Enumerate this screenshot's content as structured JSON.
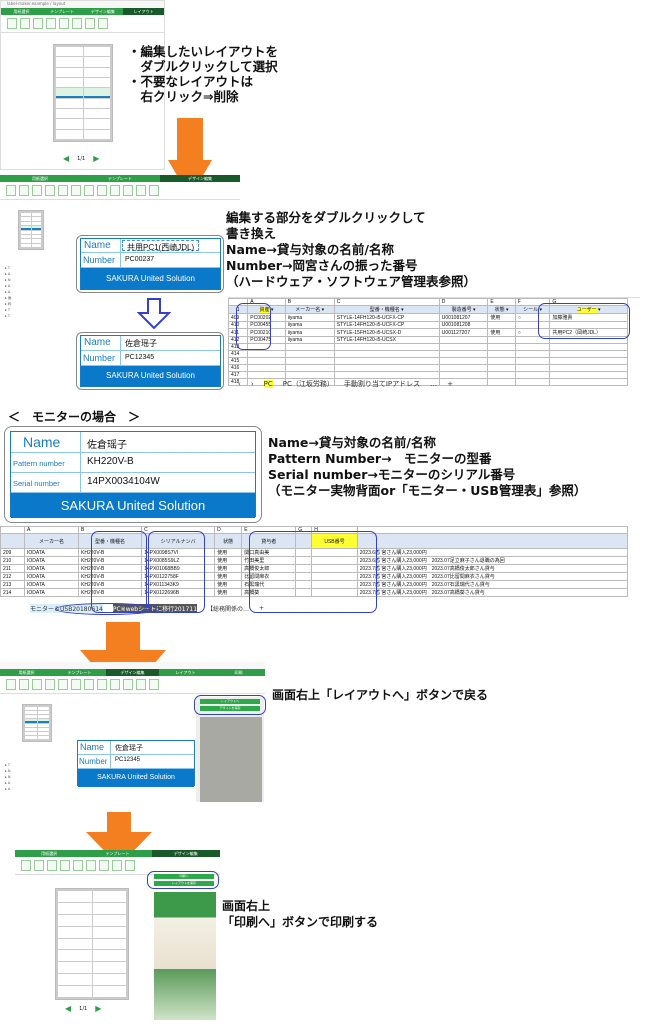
{
  "step1": {
    "url": "label-maker.example / layout",
    "nav": [
      "用紙選択",
      "テンプレート",
      "デザイン編集",
      "レイアウト"
    ],
    "pager": "1/1",
    "note": "・編集したいレイアウトを\n　ダブルクリックして選択\n・不要なレイアウトは\n　右クリック⇒削除"
  },
  "step2": {
    "nav": [
      "用紙選択",
      "テンプレート",
      "デザイン編集"
    ],
    "card_before": {
      "name_label": "Name",
      "name_value": "共用PC1(西崎JDL)",
      "number_label": "Number",
      "number_value": "PC00237",
      "footer": "SAKURA United Solution"
    },
    "card_after": {
      "name_label": "Name",
      "name_value": "佐倉瑶子",
      "number_label": "Number",
      "number_value": "PC12345",
      "footer": "SAKURA United Solution"
    },
    "note": "編集する部分をダブルクリックして\n書き換え\nName→貸与対象の名前/名称\nNumber→岡宮さんの振った番号\n（ハードウェア・ソフトウェア管理表参照）",
    "sheet": {
      "cols": [
        "A",
        "B",
        "C",
        "D",
        "E",
        "F",
        "G"
      ],
      "headers": [
        "資産",
        "メーカー名",
        "型番・機種名",
        "製造番号",
        "状態",
        "シール",
        "ユーザー"
      ],
      "rows": [
        [
          "409",
          "PC00202",
          "iiyama",
          "STYLE-14FH120-i5-UCFX-CP",
          "U001081207",
          "使用",
          "○",
          "加藤雅貴"
        ],
        [
          "410",
          "PC00455",
          "iiyama",
          "STYLE-14FH120-i5-UCFX-CP",
          "U001081208",
          "",
          "",
          ""
        ],
        [
          "411",
          "PC00210",
          "iiyama",
          "STYLE-15FH120-i5-UCSX-D",
          "U001127207",
          "使用",
          "○",
          "共用PC2（岡崎JDL）"
        ],
        [
          "412",
          "PC00475",
          "iiyama",
          "STYLE-14FH120-i5-UCSX",
          "",
          "",
          "",
          ""
        ]
      ],
      "empty_rows": [
        "413",
        "414",
        "415",
        "416",
        "417",
        "418"
      ],
      "tabs": [
        "PC",
        "PC（江坂労務）",
        "手動割り当てIPアドレス",
        "…",
        "+"
      ]
    }
  },
  "monitor": {
    "heading": "＜　モニターの場合　＞",
    "card": {
      "name_label": "Name",
      "name_value": "佐倉瑶子",
      "pattern_label": "Pattern number",
      "pattern_value": "KH220V-B",
      "serial_label": "Serial number",
      "serial_value": "14PX0034104W",
      "footer": "SAKURA United Solution"
    },
    "note": "Name→貸与対象の名前/名称\nPattern Number→　モニターの型番\nSerial number→モニターのシリアル番号\n（モニター実物背面or「モニター・USB管理表」参照）",
    "sheet": {
      "cols": [
        "",
        "A",
        "B",
        "C",
        "D",
        "E",
        "G",
        "H",
        ""
      ],
      "headers": [
        "",
        "メーカー名",
        "型番・機種名",
        "シリアルナンバ",
        "状態",
        "貸与者",
        "",
        "USB番号",
        ""
      ],
      "rows": [
        [
          "209",
          "IODATA",
          "KH220V-B",
          "14PX0098S7VI",
          "使用",
          "関口真由美",
          "",
          "",
          "2023.6盾 宮さん購入23,000円"
        ],
        [
          "210",
          "IODATA",
          "KH220V-B",
          "14PX0085S9LZ",
          "使用",
          "竹田美里",
          "",
          "",
          "2023.6盾 宮さん購入23,000円　2023.07足立麻子さん退職の為回"
        ],
        [
          "211",
          "IODATA",
          "KH220V-B",
          "14PX01068BB9",
          "使用",
          "高橋俊太郎",
          "",
          "",
          "2023.7盾 宮さん購入23,000円　2023.07高橋俊太郎さん貸与"
        ],
        [
          "212",
          "IODATA",
          "KH220V-B",
          "14PX0122758F",
          "使用",
          "比留間麻衣",
          "",
          "",
          "2023.7盾 宮さん購入23,000円　2023.07比留間麻衣さん貸与"
        ],
        [
          "213",
          "IODATA",
          "KH220V-B",
          "14PX011343K9",
          "使用",
          "石黒瑞代",
          "",
          "",
          "2023.7盾 宮さん購入23,000円　2023.07石黒瑞代さん貸与"
        ],
        [
          "214",
          "IODATA",
          "KH220V-B",
          "14PX0122696B",
          "使用",
          "高橋葵",
          "",
          "",
          "2023.7盾 宮さん購入23,000円　2023.07高橋葵さん貸与"
        ]
      ],
      "tabs": [
        "モニター＆USB20180614",
        "PC※webシートに移行201711",
        "【総務関係の…",
        "+"
      ]
    }
  },
  "step3": {
    "nav": [
      "用紙選択",
      "テンプレート",
      "デザイン編集",
      "レイアウト",
      "印刷"
    ],
    "btn_layout": "レイアウトへ",
    "btn_other": "デザインを保存",
    "card": {
      "name_label": "Name",
      "name_value": "佐倉瑶子",
      "number_label": "Number",
      "number_value": "PC12345",
      "footer": "SAKURA United Solution"
    },
    "note": "画面右上「レイアウトへ」ボタンで戻る"
  },
  "step4": {
    "nav": [
      "用紙選択",
      "テンプレート",
      "デザイン編集"
    ],
    "btn_print": "印刷へ",
    "btn_other": "レイアウトを保存",
    "pager": "1/1",
    "note": "画面右上\n「印刷へ」ボタンで印刷する"
  },
  "colors": {
    "green": "#2e9e48",
    "orange": "#f47f20",
    "blue": "#0b79c9",
    "oval": "#3340c8"
  }
}
